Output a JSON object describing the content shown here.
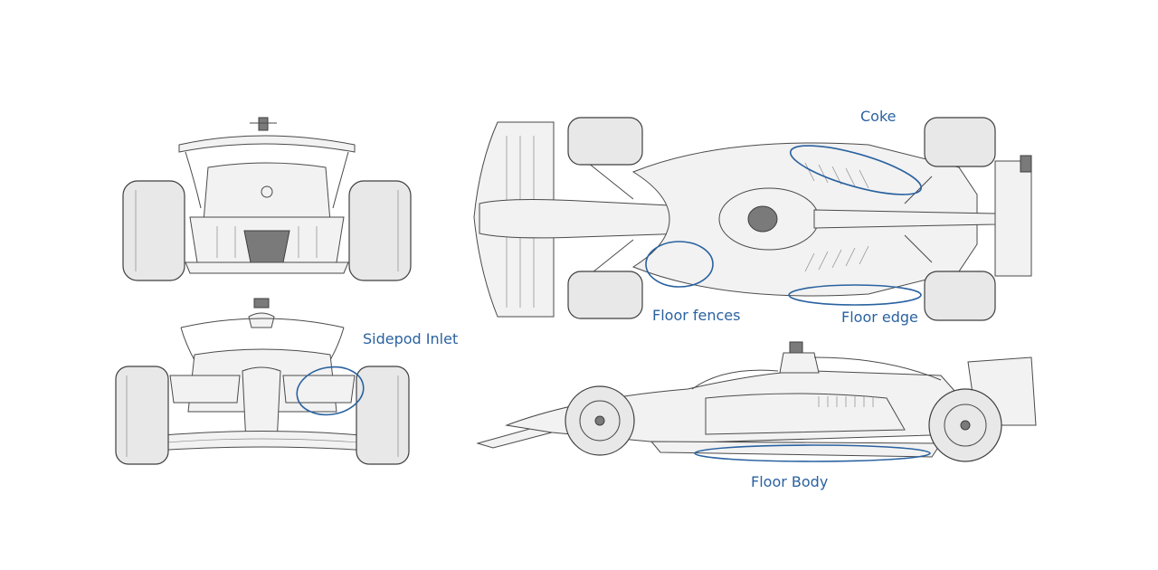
{
  "annotations": {
    "coke": "Coke",
    "floor_fences": "Floor fences",
    "floor_edge": "Floor edge",
    "sidepod_inlet": "Sidepod Inlet",
    "floor_body": "Floor Body"
  },
  "views": [
    "rear-view",
    "front-view",
    "top-view",
    "side-view"
  ],
  "colors": {
    "annotation": "#2a62a0",
    "outline": "#4a4a4a",
    "surface": "#f2f2f2"
  }
}
